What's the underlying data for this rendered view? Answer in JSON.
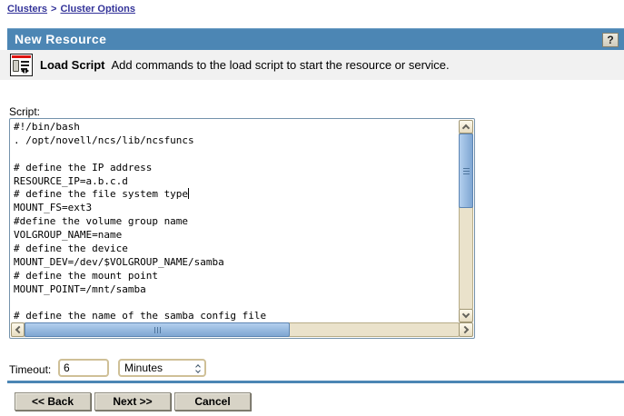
{
  "breadcrumb": {
    "separator": ">",
    "items": [
      {
        "label": "Clusters"
      },
      {
        "label": "Cluster Options"
      }
    ]
  },
  "header": {
    "title": "New Resource",
    "help_label": "?"
  },
  "subheader": {
    "icon": "load-script-icon",
    "title": "Load Script",
    "description": "Add commands to the load script to start the resource or service."
  },
  "script_section": {
    "label": "Script:",
    "cursor_line_index": 5,
    "lines": [
      "#!/bin/bash",
      ". /opt/novell/ncs/lib/ncsfuncs",
      "",
      "# define the IP address",
      "RESOURCE_IP=a.b.c.d",
      "# define the file system type",
      "MOUNT_FS=ext3",
      "#define the volume group name",
      "VOLGROUP_NAME=name",
      "# define the device",
      "MOUNT_DEV=/dev/$VOLGROUP_NAME/samba",
      "# define the mount point",
      "MOUNT_POINT=/mnt/samba",
      "",
      "# define the name of the samba config file"
    ]
  },
  "timeout": {
    "label": "Timeout:",
    "value": "6",
    "unit_selected": "Minutes"
  },
  "buttons": {
    "back": "<< Back",
    "next": "Next >>",
    "cancel": "Cancel"
  },
  "icons": {
    "help": "question-mark",
    "subheader": "script-document-icon",
    "scrollbar": [
      "chevron-up-icon",
      "chevron-down-icon",
      "chevron-left-icon",
      "chevron-right-icon"
    ],
    "unit_select": "spinner-up-down-icon"
  },
  "colors": {
    "header_bg": "#4c86b4",
    "divider": "#4c86b4",
    "subheader_bg": "#f1f1f1",
    "breadcrumb_link": "#333399",
    "scrollbar_thumb": "#8fb2dc",
    "scrollbar_track": "#eae2cb",
    "scrollbar_button": "#f2ead4",
    "form_border": "#cfc097",
    "button_bg": "#d7d3c6"
  }
}
